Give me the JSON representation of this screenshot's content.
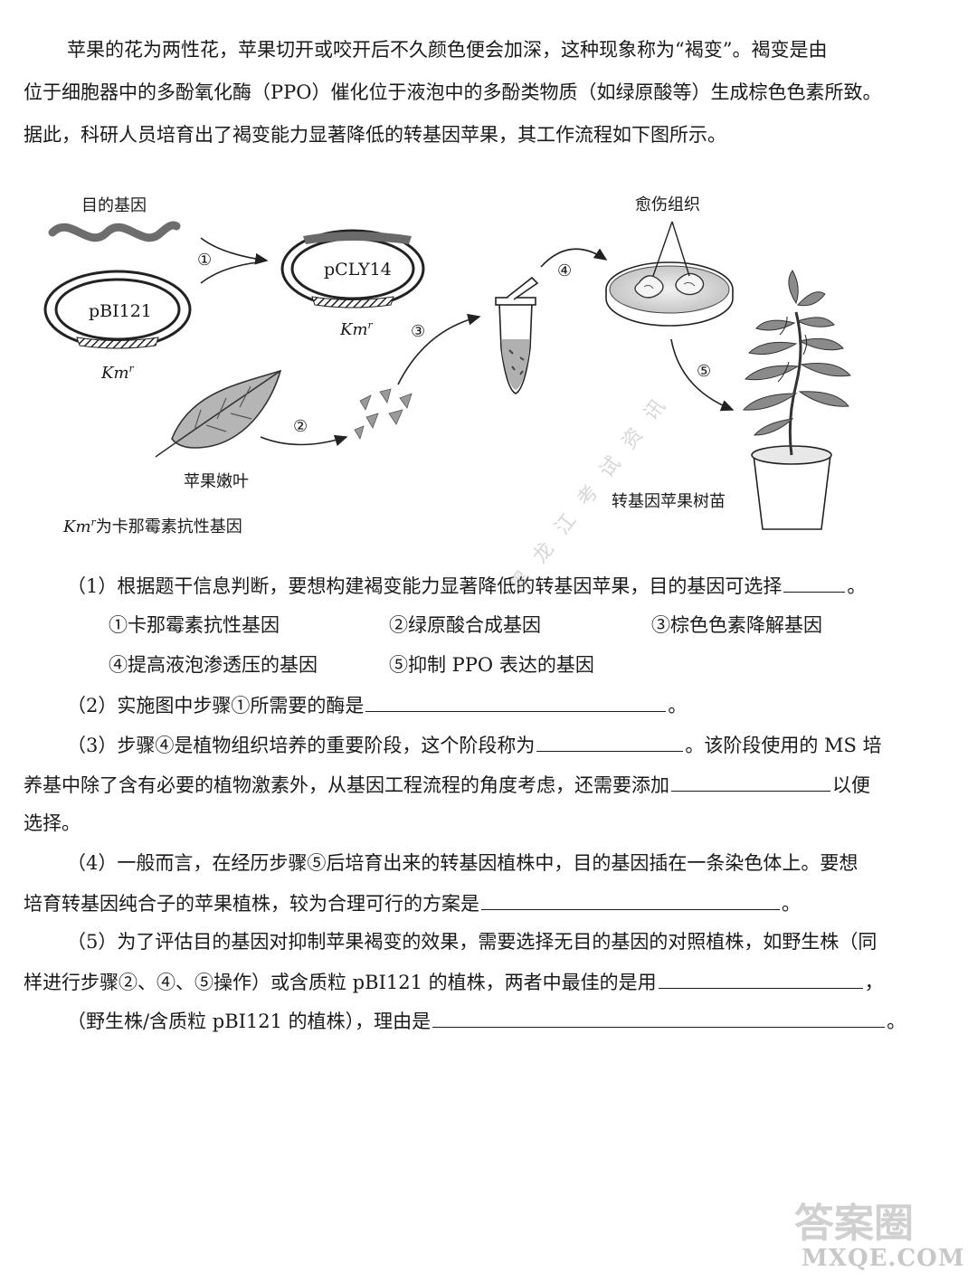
{
  "intro": {
    "line1": "苹果的花为两性花，苹果切开或咬开后不久颜色便会加深，这种现象称为“褐变”。褐变是由",
    "line2": "位于细胞器中的多酚氧化酶（PPO）催化位于液泡中的多酚类物质（如绿原酸等）生成棕色色素所致。",
    "line3": "据此，科研人员培育出了褐变能力显著降低的转基因苹果，其工作流程如下图所示。"
  },
  "figure": {
    "target_gene_label": "目的基因",
    "plasmid1_label": "pBI121",
    "plasmid2_label": "pCLY14",
    "km_label": "Km",
    "km_sup": "r",
    "leaf_label": "苹果嫩叶",
    "callus_label": "愈伤组织",
    "seedling_label": "转基因苹果树苗",
    "km_note": "为卡那霉素抗性基因",
    "step1": "①",
    "step2": "②",
    "step3": "③",
    "step4": "④",
    "step5": "⑤"
  },
  "questions": {
    "q1": "（1）根据题干信息判断，要想构建褐变能力显著降低的转基因苹果，目的基因可选择",
    "q1_end": "。",
    "opt1": "①卡那霉素抗性基因",
    "opt2": "②绿原酸合成基因",
    "opt3": "③棕色色素降解基因",
    "opt4": "④提高液泡渗透压的基因",
    "opt5": "⑤抑制 PPO 表达的基因",
    "q2": "（2）实施图中步骤①所需要的酶是",
    "q2_end": "。",
    "q3a": "（3）步骤④是植物组织培养的重要阶段，这个阶段称为",
    "q3a_end": "。该阶段使用的 MS 培",
    "q3b": "养基中除了含有必要的植物激素外，从基因工程流程的角度考虑，还需要添加",
    "q3b_end": "以便",
    "q3c": "选择。",
    "q4a": "（4）一般而言，在经历步骤⑤后培育出来的转基因植株中，目的基因插在一条染色体上。要想",
    "q4b": "培育转基因纯合子的苹果植株，较为合理可行的方案是",
    "q4b_end": "。",
    "q5a": "（5）为了评估目的基因对抑制苹果褐变的效果，需要选择无目的基因的对照植株，如野生株（同",
    "q5b": "样进行步骤②、④、⑤操作）或含质粒 pBI121 的植株，两者中最佳的是用",
    "q5b_end": "，",
    "q5c": "（野生株/含质粒 pBI121 的植株），理由是",
    "q5c_end": "。"
  },
  "watermark": {
    "diag": "黑龙江考试资讯",
    "logo_text": "答案圈",
    "site": "MXQE.COM"
  }
}
